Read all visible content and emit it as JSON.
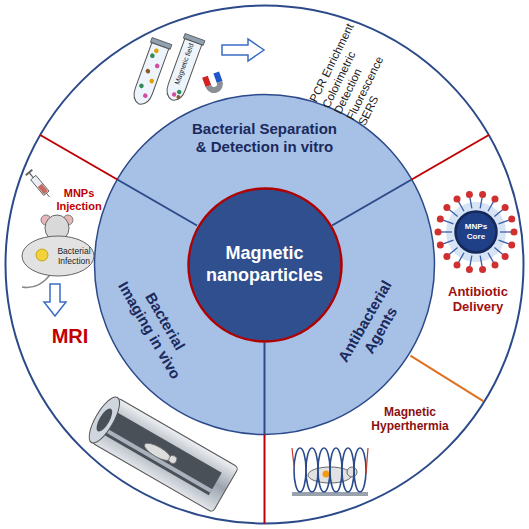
{
  "diagram": {
    "nodes": [
      {
        "text": [
          "Magnetic nanoparticles"
        ]
      },
      {
        "text": [
          "Bacterial Separation & Detection in vitro"
        ]
      },
      {
        "text": [
          "Bacterial Imaging in vivo"
        ]
      },
      {
        "text": [
          "Antibacterial Agents"
        ]
      },
      {
        "text": [
          "MNPs Core"
        ]
      }
    ],
    "labels": [
      "Magnetic field",
      "PCR Enrichment",
      "Colorimetric Detection",
      "Fluorescence",
      "SERS",
      "MNPs Injection",
      "Bacterial Infection",
      "MRI",
      "Antibiotic Delivery",
      "Magnetic Hyperthermia"
    ]
  }
}
